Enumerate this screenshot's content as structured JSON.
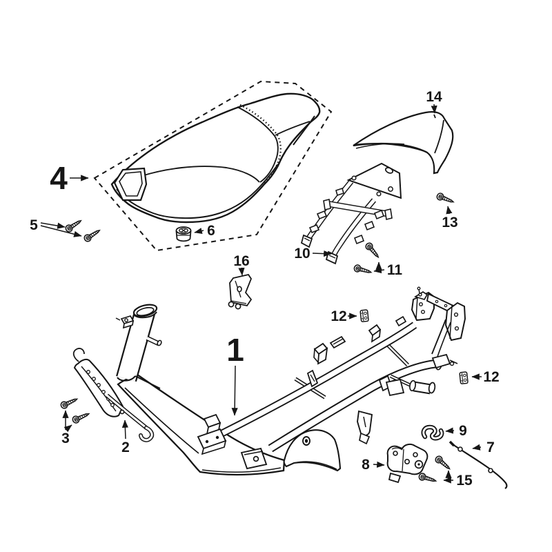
{
  "meta": {
    "description_of_pixels": "black-and-white exploded parts line diagram",
    "background_color": "#ffffff",
    "line_color": "#161616"
  },
  "labels": {
    "1": {
      "text": "1",
      "emphasized": true,
      "instances": 1
    },
    "2": {
      "text": "2",
      "emphasized": false,
      "instances": 1
    },
    "3": {
      "text": "3",
      "emphasized": false,
      "instances": 1
    },
    "4": {
      "text": "4",
      "emphasized": true,
      "instances": 1
    },
    "5": {
      "text": "5",
      "emphasized": false,
      "instances": 1
    },
    "6": {
      "text": "6",
      "emphasized": false,
      "instances": 1
    },
    "7": {
      "text": "7",
      "emphasized": false,
      "instances": 1
    },
    "8": {
      "text": "8",
      "emphasized": false,
      "instances": 1
    },
    "9": {
      "text": "9",
      "emphasized": false,
      "instances": 1
    },
    "10": {
      "text": "10",
      "emphasized": false,
      "instances": 1
    },
    "11": {
      "text": "11",
      "emphasized": false,
      "instances": 1
    },
    "12": {
      "text": "12",
      "emphasized": false,
      "instances": 2
    },
    "13": {
      "text": "13",
      "emphasized": false,
      "instances": 1
    },
    "14": {
      "text": "14",
      "emphasized": false,
      "instances": 1
    },
    "15": {
      "text": "15",
      "emphasized": false,
      "instances": 1
    },
    "16": {
      "text": "16",
      "emphasized": false,
      "instances": 1
    }
  }
}
